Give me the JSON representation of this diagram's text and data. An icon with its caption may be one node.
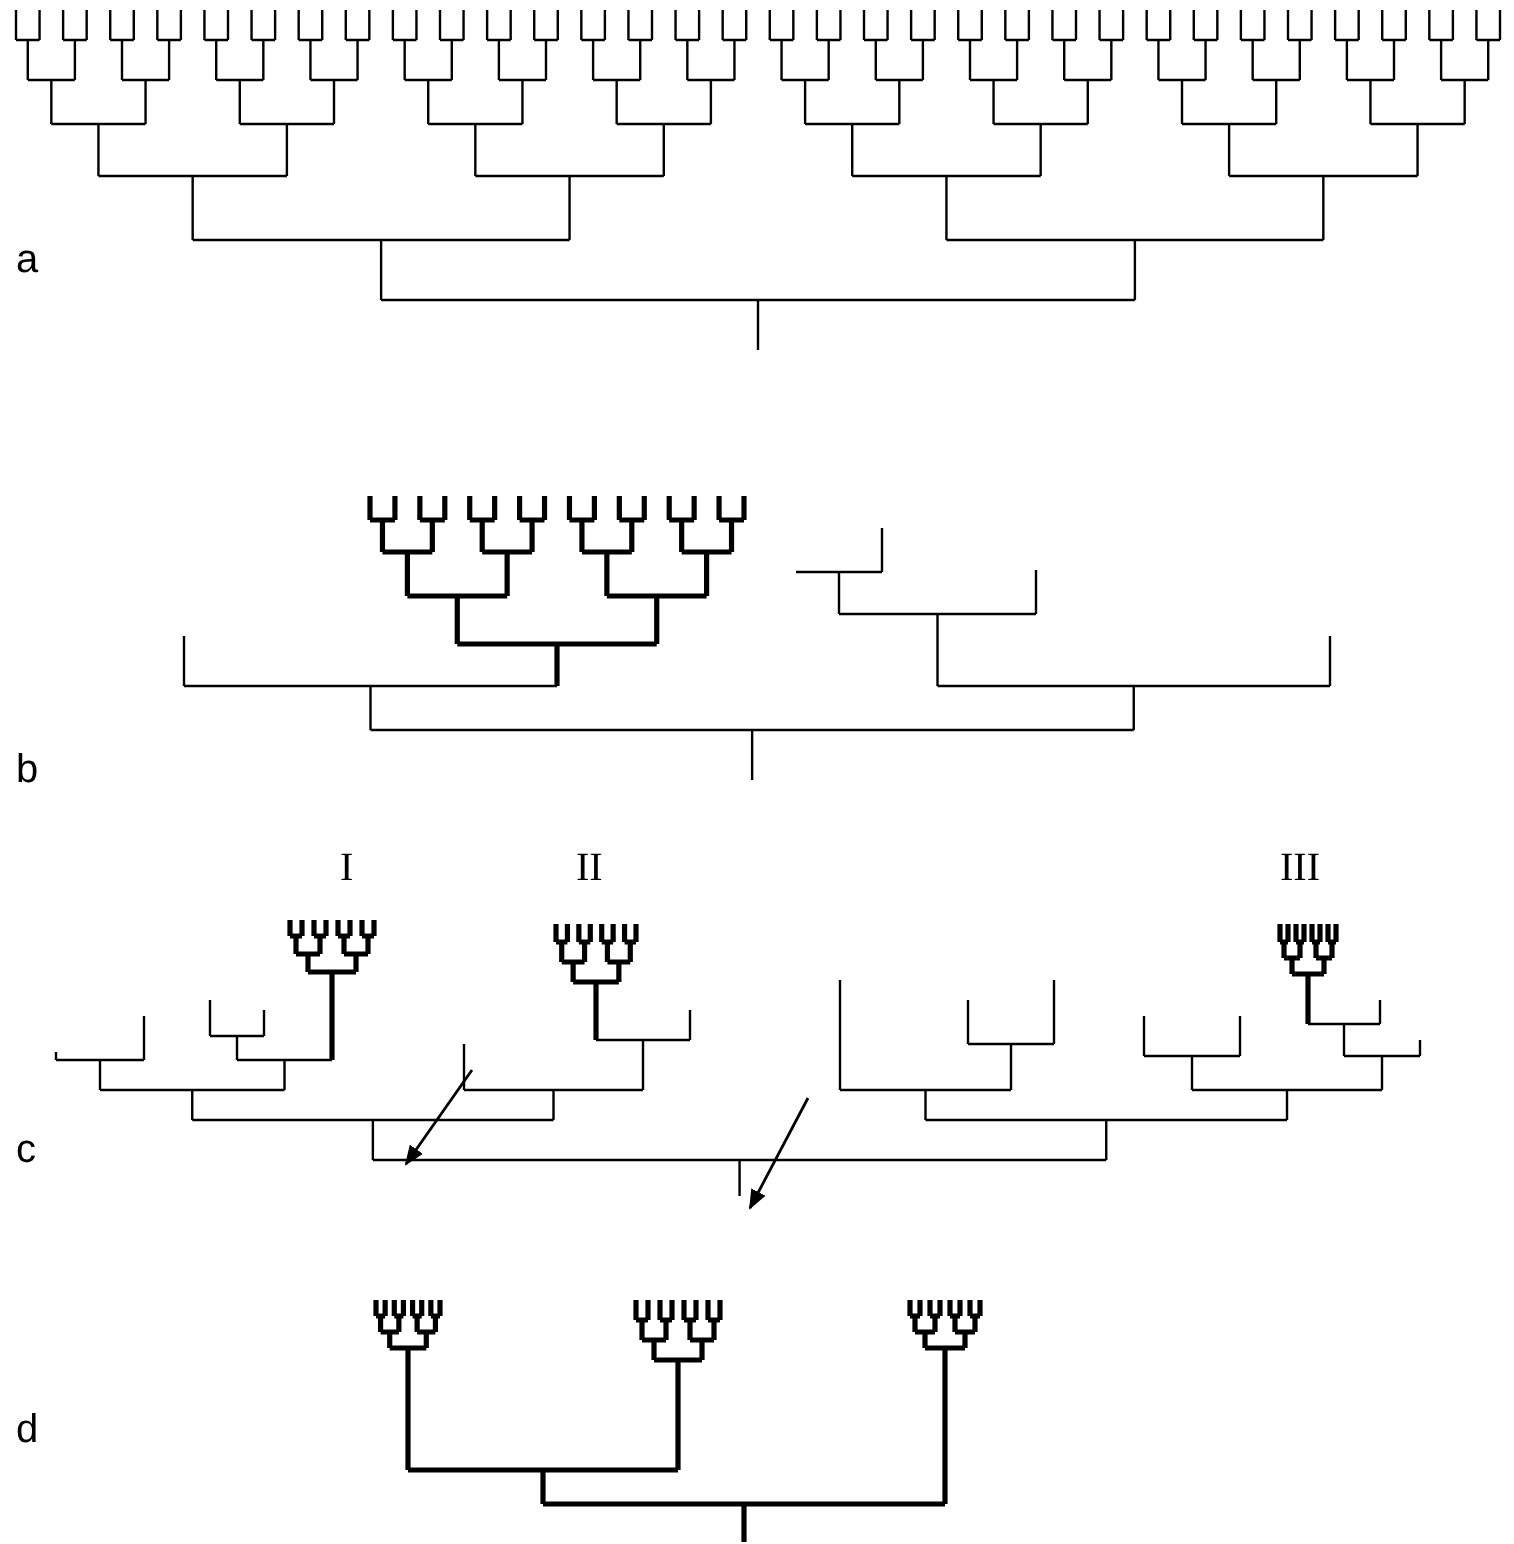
{
  "diagram": {
    "labels": [
      "a",
      "b",
      "c",
      "d",
      "I",
      "II",
      "III"
    ]
  }
}
